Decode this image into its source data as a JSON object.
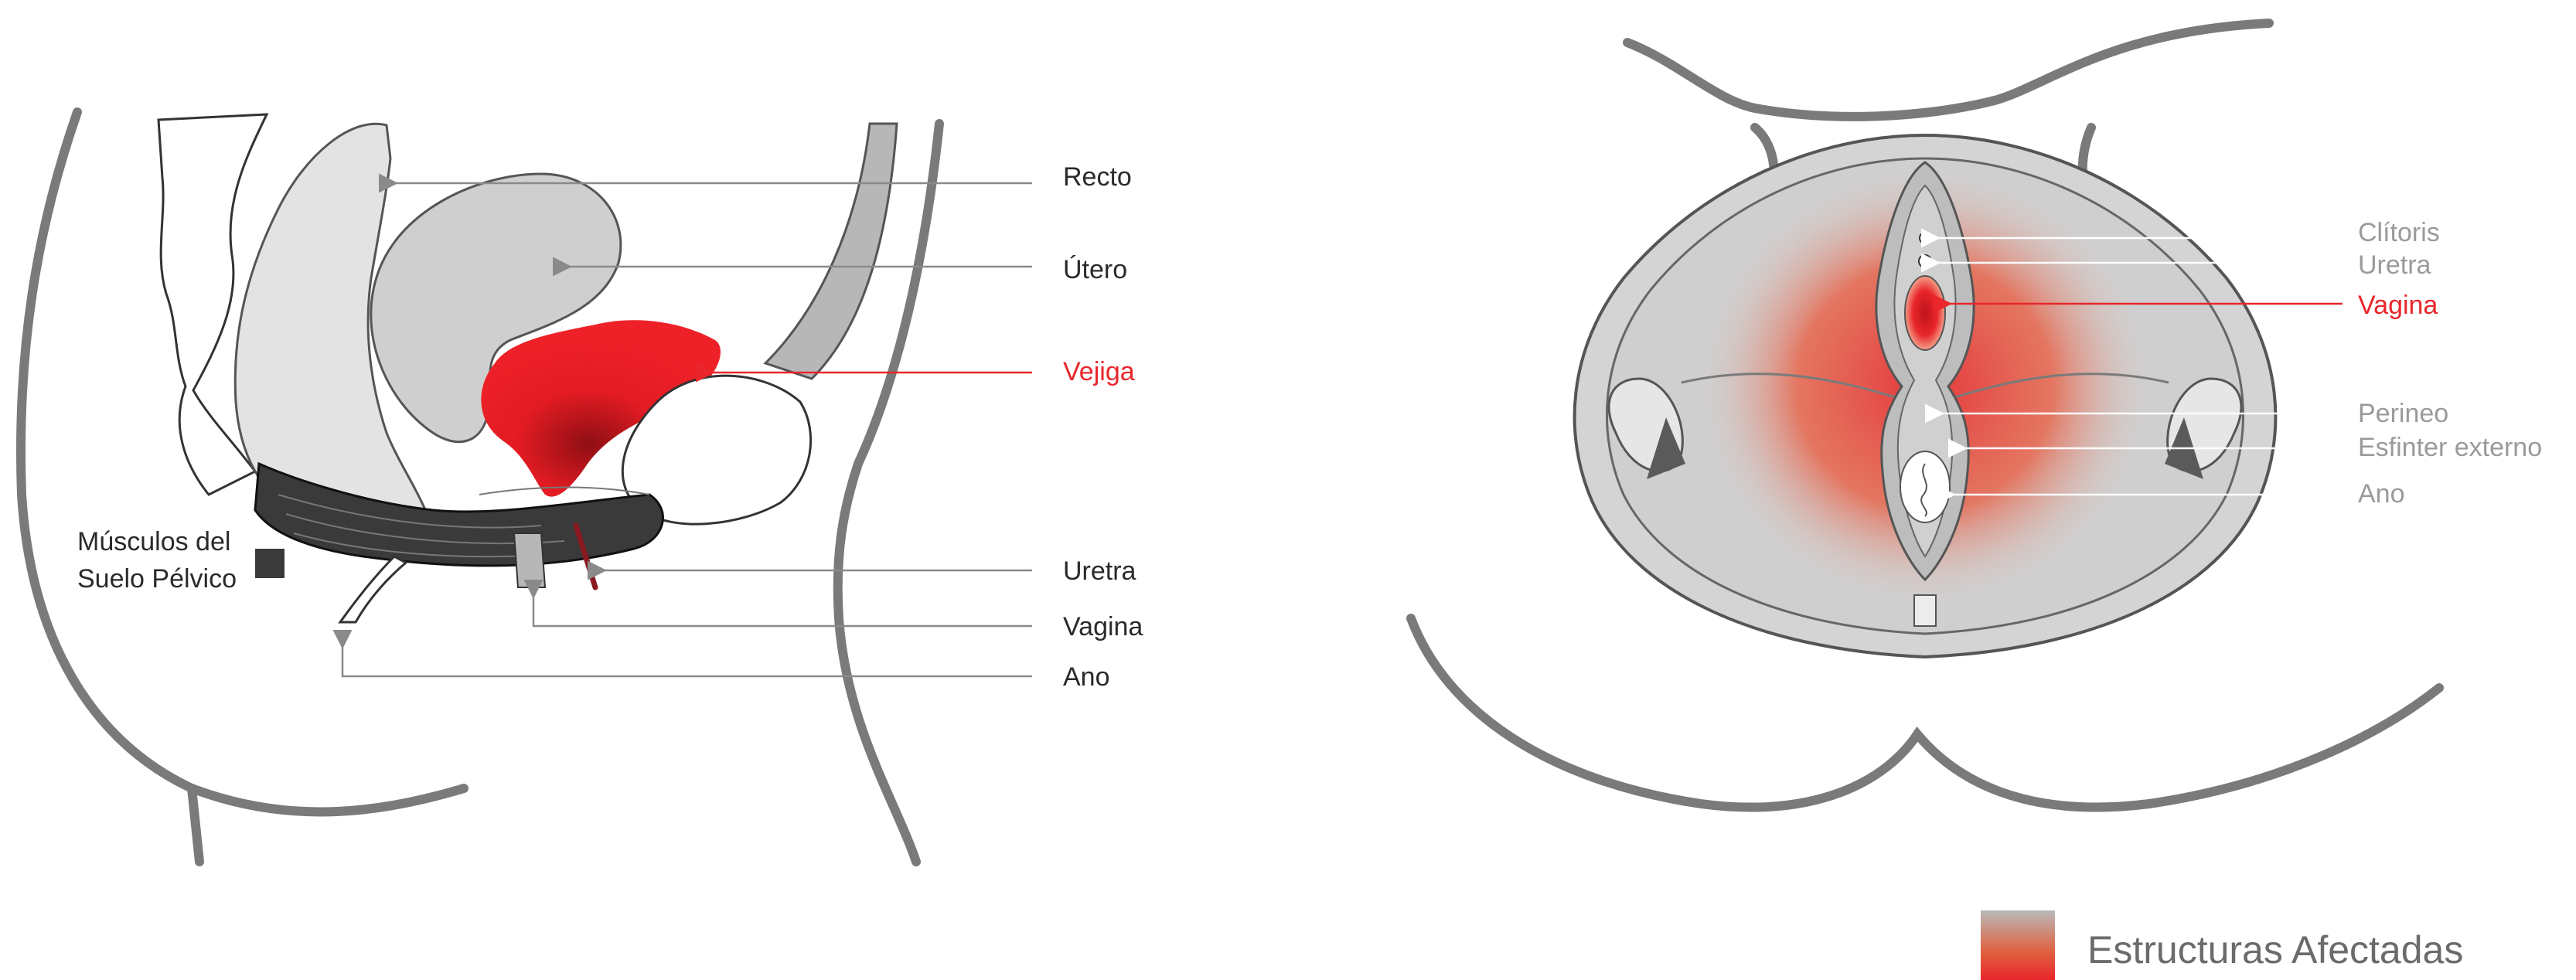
{
  "sagittal_view": {
    "labels": {
      "recto": "Recto",
      "utero": "Útero",
      "vejiga": "Vejiga",
      "uretra": "Uretra",
      "vagina": "Vagina",
      "ano": "Ano"
    },
    "pelvic_floor_label_line1": "Músculos del",
    "pelvic_floor_label_line2": "Suelo Pélvico"
  },
  "perineal_view": {
    "labels": {
      "clitoris": "Clítoris",
      "uretra": "Uretra",
      "vagina": "Vagina",
      "perineo": "Perineo",
      "esfinter": "Esfinter externo",
      "ano": "Ano"
    }
  },
  "legend": {
    "label": "Estructuras Afectadas"
  },
  "colors": {
    "highlight_red": "#e8262b",
    "outline_gray": "#7a7a7a",
    "muscle_dark": "#3a3a3a",
    "tissue_gray": "#cfcfcf"
  }
}
